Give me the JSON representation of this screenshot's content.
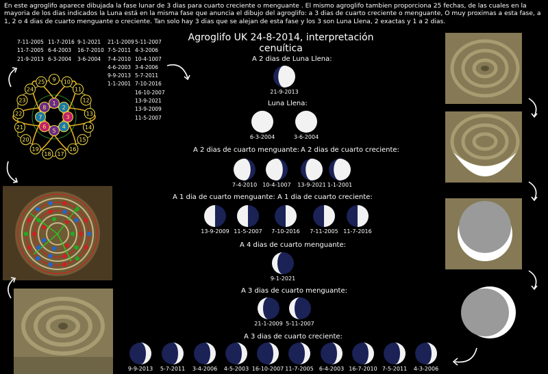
{
  "intro": "En este agroglifo aparece dibujada la fase lunar de 3 dias para cuarto creciente o menguante . El mismo agroglifo tambien proporciona 25 fechas, de las cuales en la mayoria de los dias indicados la Luna está en la misma fase que anuncia el dibujo del agroglifo: a 3 dias de cuarto creciente o menguante, O muy proximas a esta fase, a 1, 2 o 4 dias de cuarto menguante o creciente. Tan solo hay 3 dias que se alejan de esta fase y los 3 son Luna Llena, 2 exactas y 1 a 2 dias.",
  "title": "Agroglifo UK 24-8-2014, interpretación cenuítica",
  "date_columns": [
    [
      "7-11-2005",
      "11-7-2005",
      "21-9-2013"
    ],
    [
      "11-7-2016",
      "6-4-2003",
      "6-3-2004"
    ],
    [
      "9-1-2021",
      "16-7-2010",
      "3-6-2004"
    ],
    [
      "21-1-2009",
      "7-5-2011",
      "7-4-2010",
      "4-6-2003",
      "9-9-2013",
      "1-1-2001"
    ],
    [
      "5-11-2007",
      "4-3-2006",
      "10-4-1007",
      "3-4-2006",
      "5-7-2011",
      "7-10-2016",
      "16-10-2007",
      "13-9-2021",
      "13-9-2009",
      "11-5-2007"
    ]
  ],
  "sections": {
    "s1": "A 2 dias de Luna Llena:",
    "s2": "Luna Llena:",
    "s3a": "A 2 dias de cuarto menguante:",
    "s3b": "A 2 dias de cuarto creciente:",
    "s4a": "A 1 dia de cuarto menguante:",
    "s4b": "A 1 dia de cuarto creciente:",
    "s5": "A 4 dias de cuarto menguante:",
    "s6": "A 3 dias de cuarto menguante:",
    "s7": "A 3 dias de cuarto creciente:"
  },
  "moons": {
    "s1": [
      {
        "date": "21-9-2013",
        "phase": "gibbous-right"
      }
    ],
    "s2": [
      {
        "date": "6-3-2004",
        "phase": "full"
      },
      {
        "date": "3-6-2004",
        "phase": "full"
      }
    ],
    "s3a": [
      {
        "date": "7-4-2010",
        "phase": "gibbous-left"
      },
      {
        "date": "10-4-1007",
        "phase": "gibbous-left"
      }
    ],
    "s3b": [
      {
        "date": "13-9-2021",
        "phase": "gibbous-right"
      },
      {
        "date": "1-1-2001",
        "phase": "gibbous-right"
      }
    ],
    "s4a": [
      {
        "date": "13-9-2009",
        "phase": "half-left"
      },
      {
        "date": "11-5-2007",
        "phase": "half-left"
      }
    ],
    "s4b": [
      {
        "date": "7-10-2016",
        "phase": "half-right"
      },
      {
        "date": "7-11-2005",
        "phase": "half-right"
      },
      {
        "date": "11-7-2016",
        "phase": "half-right"
      }
    ],
    "s5": [
      {
        "date": "9-1-2021",
        "phase": "crescent-left"
      }
    ],
    "s6": [
      {
        "date": "21-1-2009",
        "phase": "crescent-left"
      },
      {
        "date": "5-11-2007",
        "phase": "crescent-left"
      }
    ],
    "s7": [
      {
        "date": "9-9-2013",
        "phase": "crescent-right"
      },
      {
        "date": "5-7-2011",
        "phase": "crescent-right"
      },
      {
        "date": "3-4-2006",
        "phase": "crescent-right"
      },
      {
        "date": "4-5-2003",
        "phase": "crescent-right"
      },
      {
        "date": "16-10-2007",
        "phase": "crescent-right"
      },
      {
        "date": "11-7-2005",
        "phase": "crescent-right"
      },
      {
        "date": "6-4-2003",
        "phase": "crescent-right"
      },
      {
        "date": "16-7-2010",
        "phase": "crescent-right"
      },
      {
        "date": "7-5-2011",
        "phase": "crescent-right"
      },
      {
        "date": "4-3-2006",
        "phase": "crescent-right"
      }
    ]
  },
  "diagram_numbers": [
    "1",
    "2",
    "3",
    "4",
    "5",
    "6",
    "7",
    "8",
    "9",
    "10",
    "11",
    "12",
    "13",
    "14",
    "15",
    "16",
    "17",
    "18",
    "19",
    "20",
    "21",
    "22",
    "23",
    "24",
    "25"
  ],
  "colors": {
    "moon_lit": "#f2f2f2",
    "moon_dark": "#1a2256",
    "field": "#8a7e58",
    "crescent": "#ffffff"
  }
}
